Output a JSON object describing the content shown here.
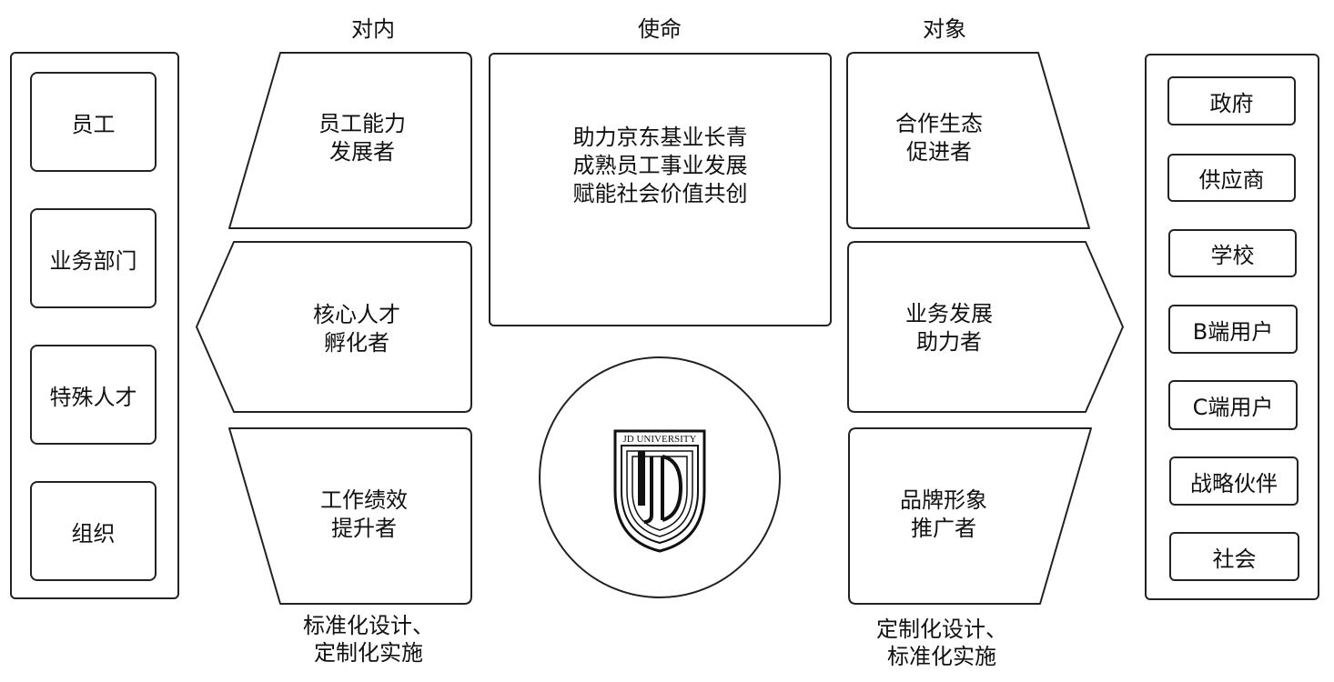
{
  "headers": {
    "inner": "对内",
    "mission": "使命",
    "target": "对象"
  },
  "left_panel": {
    "items": [
      "员工",
      "业务部门",
      "特殊人才",
      "组织"
    ]
  },
  "inner_roles": [
    {
      "line1": "员工能力",
      "line2": "发展者"
    },
    {
      "line1": "核心人才",
      "line2": "孵化者"
    },
    {
      "line1": "工作绩效",
      "line2": "提升者"
    }
  ],
  "mission": {
    "lines": [
      "助力京东基业长青",
      "成熟员工事业发展",
      "赋能社会价值共创"
    ]
  },
  "logo": {
    "text": "JD UNIVERSITY"
  },
  "outer_roles": [
    {
      "line1": "合作生态",
      "line2": "促进者"
    },
    {
      "line1": "业务发展",
      "line2": "助力者"
    },
    {
      "line1": "品牌形象",
      "line2": "推广者"
    }
  ],
  "right_panel": {
    "items": [
      "政府",
      "供应商",
      "学校",
      "B端用户",
      "C端用户",
      "战略伙伴",
      "社会"
    ]
  },
  "notes": {
    "left": {
      "line1": "标准化设计、",
      "line2": "定制化实施"
    },
    "right": {
      "line1": "定制化设计、",
      "line2": "标准化实施"
    }
  }
}
